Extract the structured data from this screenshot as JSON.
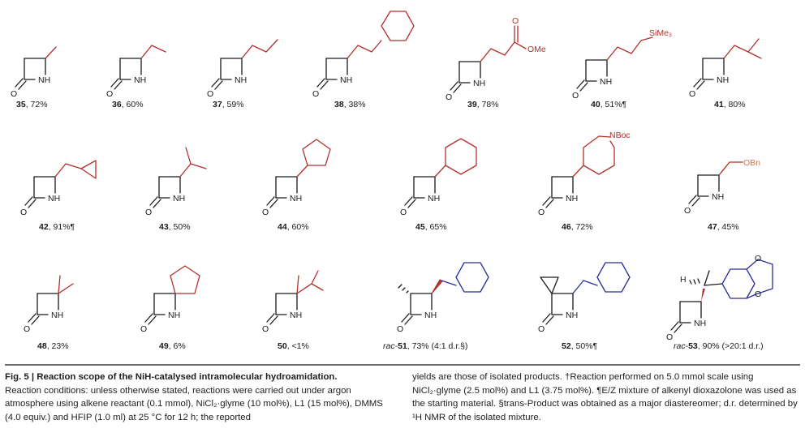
{
  "compounds": [
    {
      "num": "35",
      "yield": ", 72%"
    },
    {
      "num": "36",
      "yield": ", 60%"
    },
    {
      "num": "37",
      "yield": ", 59%"
    },
    {
      "num": "38",
      "yield": ", 38%"
    },
    {
      "num": "39",
      "yield": ", 78%"
    },
    {
      "num": "40",
      "yield": ", 51%¶"
    },
    {
      "num": "41",
      "yield": ", 80%"
    },
    {
      "num": "42",
      "yield": ", 91%¶"
    },
    {
      "num": "43",
      "yield": ", 50%"
    },
    {
      "num": "44",
      "yield": ", 60%"
    },
    {
      "num": "45",
      "yield": ", 65%"
    },
    {
      "num": "46",
      "yield": ", 72%"
    },
    {
      "num": "47",
      "yield": ", 45%"
    },
    {
      "num": "48",
      "yield": ", 23%"
    },
    {
      "num": "49",
      "yield": ", 6%"
    },
    {
      "num": "50",
      "yield": ", <1%"
    },
    {
      "num": "51",
      "prefix": "rac-",
      "yield": ", 73% (4:1 d.r.§)"
    },
    {
      "num": "52",
      "yield": ", 50%¶"
    },
    {
      "num": "53",
      "prefix": "rac-",
      "yield": ", 90% (>20:1 d.r.)"
    }
  ],
  "atoms": {
    "O": "O",
    "NH": "NH",
    "OMe": "OMe",
    "SiMe3": "SiMe₃",
    "NBoc": "NBoc",
    "OBn": "OBn",
    "H": "H"
  },
  "caption": {
    "fig_label": "Fig. 5 | Reaction scope of the NiH-catalysed intramolecular hydroamidation.",
    "left": "Reaction conditions: unless otherwise stated, reactions were carried out under argon atmosphere using alkene reactant (0.1 mmol), NiCl₂·glyme (10 mol%), L1 (15 mol%), DMMS (4.0 equiv.) and HFIP (1.0 ml) at 25 °C for 12 h; the reported",
    "right": "yields are those of isolated products. †Reaction performed on 5.0 mmol scale using NiCl₂·glyme (2.5 mol%) and L1 (3.75 mol%). ¶E/Z mixture of alkenyl dioxazolone was used as the starting material. §trans-Product was obtained as a major diastereomer; d.r. determined by ¹H NMR of the isolated mixture."
  }
}
